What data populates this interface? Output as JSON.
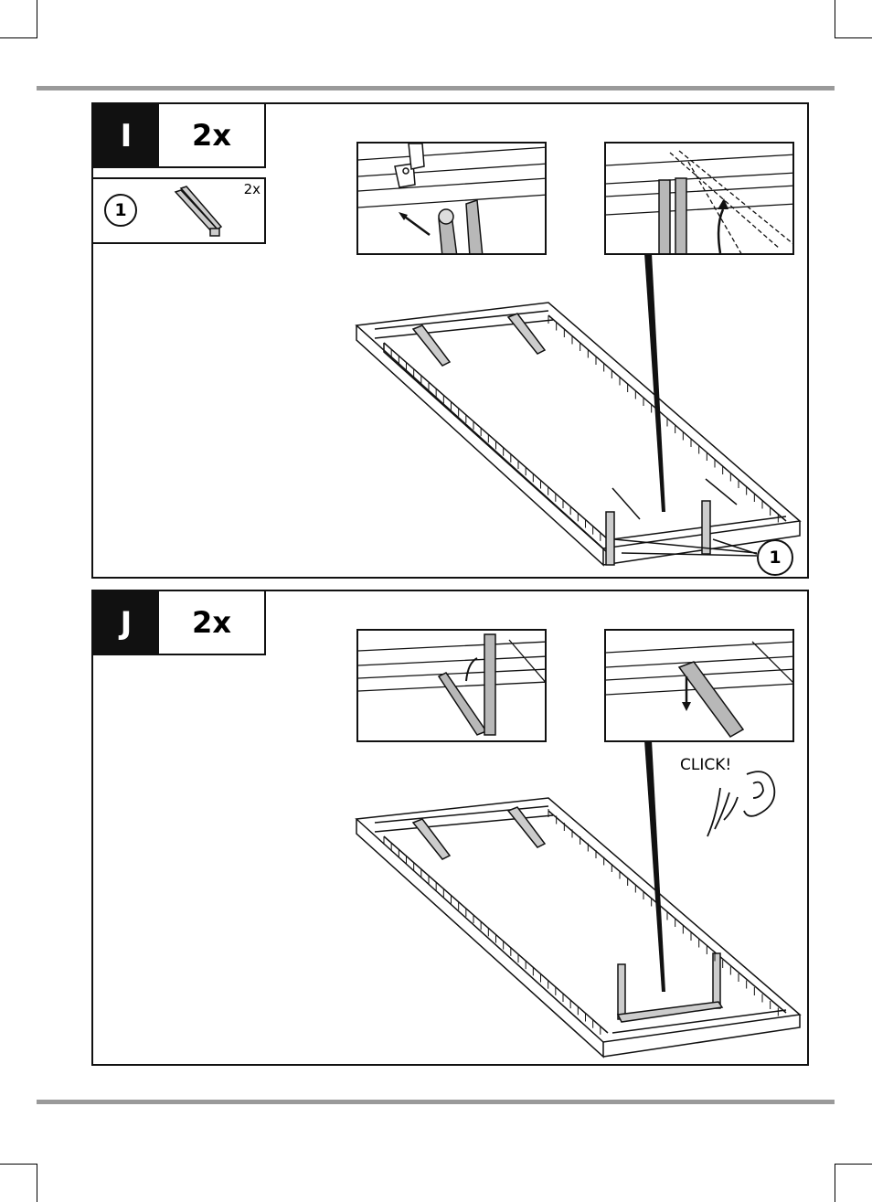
{
  "steps": [
    {
      "letter": "I",
      "quantity": "2x",
      "part": {
        "number": "1",
        "quantity": "2x"
      },
      "callout": "1"
    },
    {
      "letter": "J",
      "quantity": "2x",
      "sound": "CLICK!"
    }
  ],
  "colors": {
    "bar": "#9a9a9a",
    "ink": "#111111",
    "part_fill": "#b8b8b8"
  }
}
